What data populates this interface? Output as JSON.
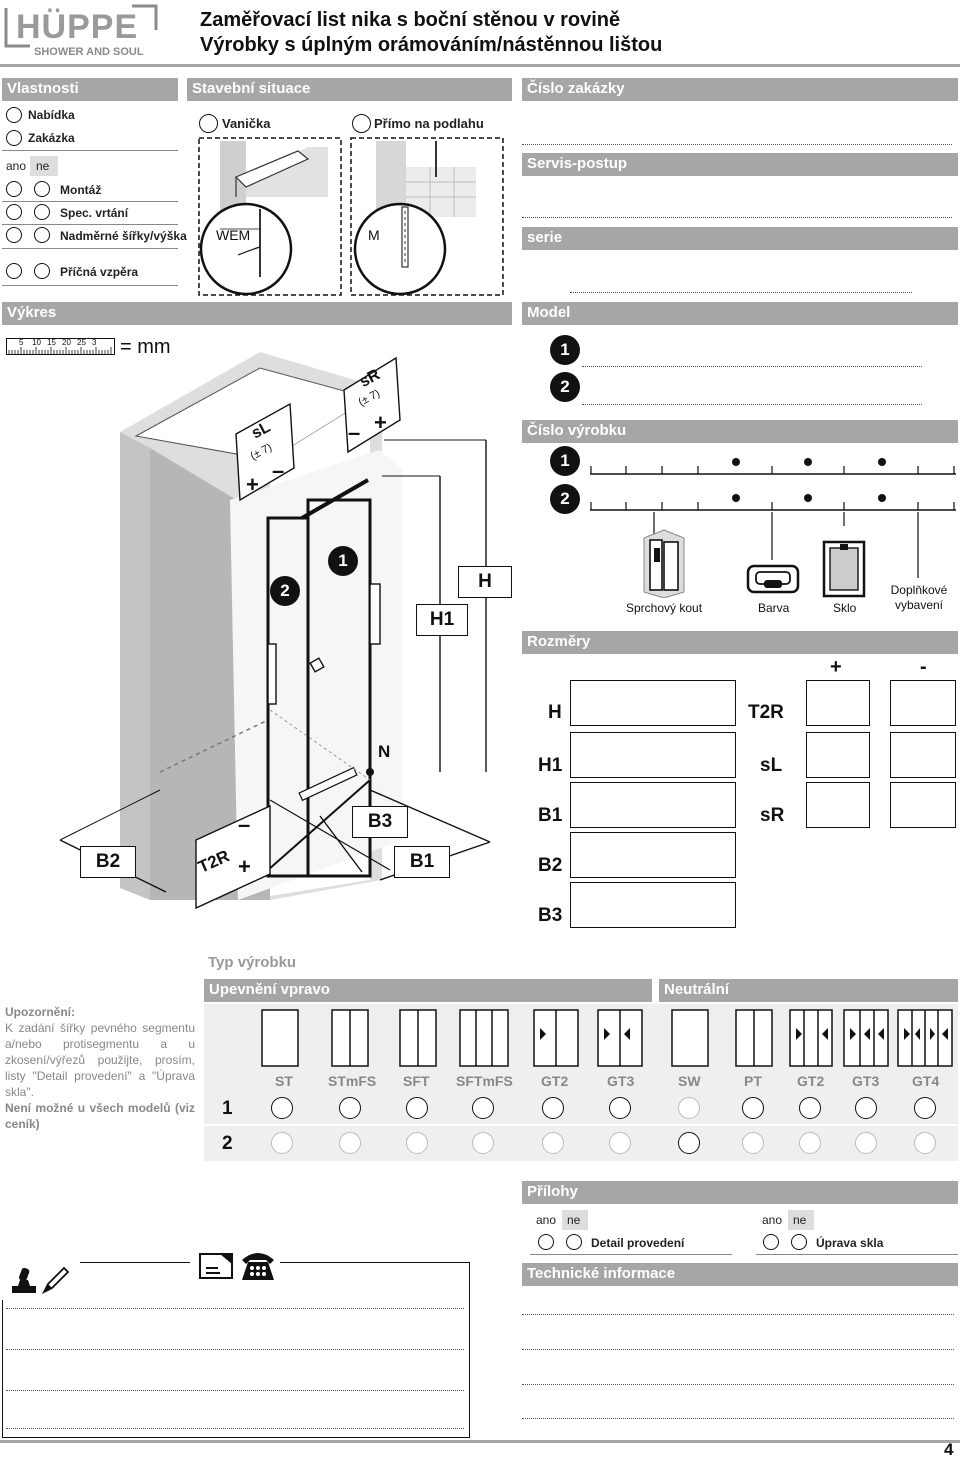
{
  "brand": {
    "name": "HÜPPE",
    "tagline": "SHOWER AND SOUL"
  },
  "title": {
    "line1": "Zaměřovací list nika s boční stěnou v rovině",
    "line2": "Výrobky s úplným orámováním/nástěnnou lištou"
  },
  "sections": {
    "vlastnosti": "Vlastnosti",
    "stavebni": "Stavební situace",
    "cislo_zakazky": "Číslo zakázky",
    "servis": "Servis-postup",
    "serie": "serie",
    "vykres": "Výkres",
    "model": "Model",
    "cislo_vyrobku": "Číslo výrobku",
    "rozmery": "Rozměry",
    "typ": "Typ výrobku",
    "upevneni": "Upevnění vpravo",
    "neutralni": "Neutrální",
    "prilohy": "Přílohy",
    "technicke": "Technické informace"
  },
  "vlastnosti": {
    "nabidka": "Nabídka",
    "zakazka": "Zakázka",
    "ano": "ano",
    "ne": "ne",
    "items": [
      "Montáž",
      "Spec. vrtání",
      "Nadměrné šířky/výška",
      "Příčná vzpěra"
    ]
  },
  "stavebni": {
    "vanicka": "Vanička",
    "primo": "Přímo na podlahu",
    "wem": "WEM",
    "m": "M"
  },
  "scale": {
    "ticks": [
      "5",
      "10",
      "15",
      "20",
      "25",
      "3"
    ],
    "unit": "= mm"
  },
  "model": {
    "rows": [
      "1",
      "2"
    ]
  },
  "product_icons": [
    "Sprchový kout",
    "Barva",
    "Sklo",
    "Doplňkové vybavení"
  ],
  "drawing": {
    "sL": "sL",
    "sR": "sR",
    "tol": "(± 7)",
    "plus": "+",
    "minus": "–",
    "n1": "1",
    "n2": "2",
    "H": "H",
    "H1": "H1",
    "N": "N",
    "B1": "B1",
    "B2": "B2",
    "B3": "B3",
    "T2R": "T2R"
  },
  "rozmery": {
    "plus": "+",
    "minus": "-",
    "left": [
      "H",
      "H1",
      "B1",
      "B2",
      "B3"
    ],
    "right": [
      "T2R",
      "sL",
      "sR"
    ]
  },
  "upozorneni": {
    "title": "Upozornění:",
    "text": "K zadání šířky pevného segmentu a/nebo protisegmentu a u zkosení/výřezů použijte, prosím, listy \"Detail provedení\" a \"Úprava skla\".",
    "bold": "Není možné u všech modelů (viz ceník)"
  },
  "types": {
    "upevneni": [
      "ST",
      "STmFS",
      "SFT",
      "SFTmFS",
      "GT2",
      "GT3"
    ],
    "neutralni": [
      "SW",
      "PT",
      "GT2",
      "GT3",
      "GT4"
    ],
    "rows": [
      "1",
      "2"
    ]
  },
  "prilohy": {
    "ano": "ano",
    "ne": "ne",
    "detail": "Detail provedení",
    "uprava": "Úprava skla"
  },
  "page_number": "4"
}
